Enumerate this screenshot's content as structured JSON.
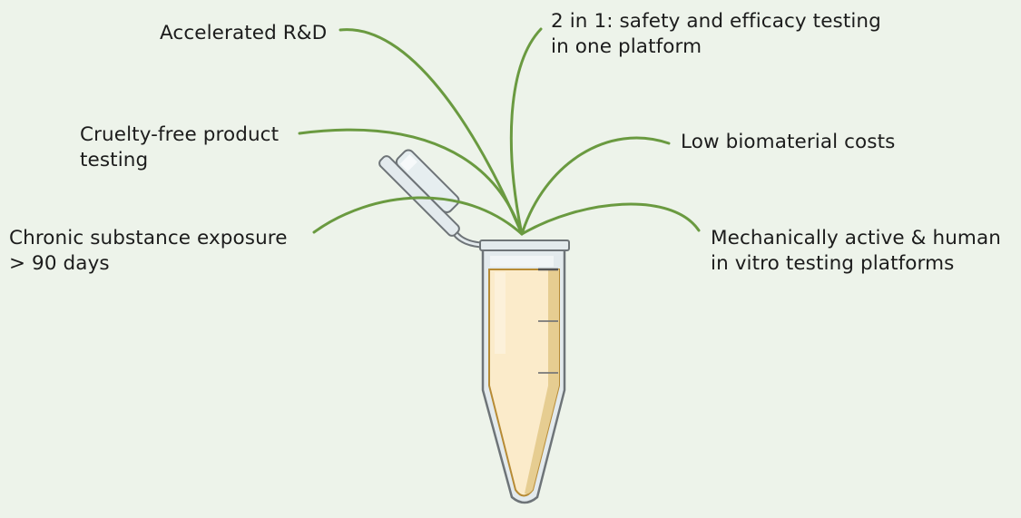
{
  "colors": {
    "background": "#edf3ea",
    "stem": "#6a9a40",
    "tube_outline": "#6e7478",
    "tube_glass": "#e3eaed",
    "liquid": "#fbebca",
    "liquid_shade": "#e6cd91",
    "liquid_border": "#b78b35",
    "text": "#1c1c1c"
  },
  "icons": {
    "tube": "microcentrifuge-tube-icon",
    "plant": "plant-sprout-icon"
  },
  "labels": [
    {
      "id": "accelerated",
      "lines": [
        "Accelerated R&D"
      ]
    },
    {
      "id": "two-in-one",
      "lines": [
        "2 in 1: safety and efficacy testing",
        "in one platform"
      ]
    },
    {
      "id": "cruelty",
      "lines": [
        "Cruelty-free product",
        "testing"
      ]
    },
    {
      "id": "biomaterial",
      "lines": [
        "Low biomaterial  costs"
      ]
    },
    {
      "id": "chronic",
      "lines": [
        "Chronic substance exposure",
        "> 90 days"
      ]
    },
    {
      "id": "mechanical",
      "lines": [
        "Mechanically active &  human",
        "in vitro testing platforms"
      ]
    }
  ]
}
